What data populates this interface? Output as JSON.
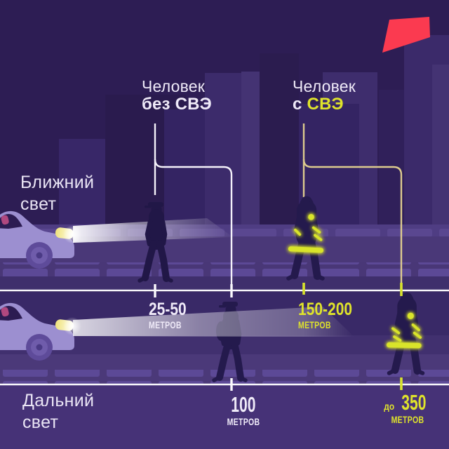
{
  "labels": {
    "person_without": {
      "line1": "Человек",
      "line2": "без СВЭ"
    },
    "person_with": {
      "line1": "Человек",
      "line2_prefix": "с",
      "line2_accent": "СВЭ"
    }
  },
  "sections": {
    "low_beam": {
      "title_line1": "Ближний",
      "title_line2": "свет"
    },
    "high_beam": {
      "title_line1": "Дальний",
      "title_line2": "свет"
    }
  },
  "measurements": {
    "low_without": {
      "value": "25-50",
      "unit": "МЕТРОВ"
    },
    "low_with": {
      "value": "150-200",
      "unit": "МЕТРОВ"
    },
    "high_without": {
      "value": "100",
      "unit": "МЕТРОВ"
    },
    "high_with": {
      "prefix": "до",
      "value": "350",
      "unit": "МЕТРОВ"
    }
  },
  "icons": {
    "logo": "red-pennant-logo",
    "cars": "car-with-headlight",
    "pedestrians": [
      "person-no-reflectors-low-beam",
      "person-with-reflectors-low-beam",
      "person-no-reflectors-high-beam",
      "person-with-reflectors-high-beam"
    ]
  },
  "palette": {
    "background": "#2d1d54",
    "accent_yellow": "#dfe32b",
    "connector_white": "#f5f2fa",
    "connector_gold": "#ddcb8e",
    "logo_red": "#fb3a50",
    "text_white": "#efeaf8"
  }
}
